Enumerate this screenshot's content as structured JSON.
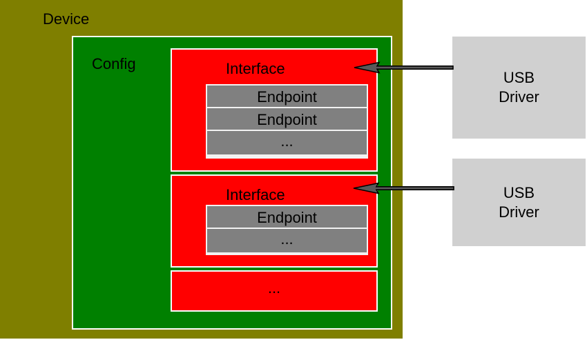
{
  "device": {
    "label": "Device",
    "config": {
      "label": "Config",
      "interfaces": [
        {
          "label": "Interface",
          "endpoints": [
            "Endpoint",
            "Endpoint",
            "..."
          ]
        },
        {
          "label": "Interface",
          "endpoints": [
            "Endpoint",
            "..."
          ]
        }
      ],
      "more_label": "..."
    }
  },
  "drivers": [
    {
      "line1": "USB",
      "line2": "Driver"
    },
    {
      "line1": "USB",
      "line2": "Driver"
    }
  ],
  "colors": {
    "device": "#7f7f00",
    "config": "#008000",
    "interface": "#ff0000",
    "endpoint": "#808080",
    "driver_box": "#d0d0d0",
    "arrow": "#595959",
    "arrow_outline": "#000000",
    "box_border": "#ffffff",
    "text": "#000000"
  }
}
